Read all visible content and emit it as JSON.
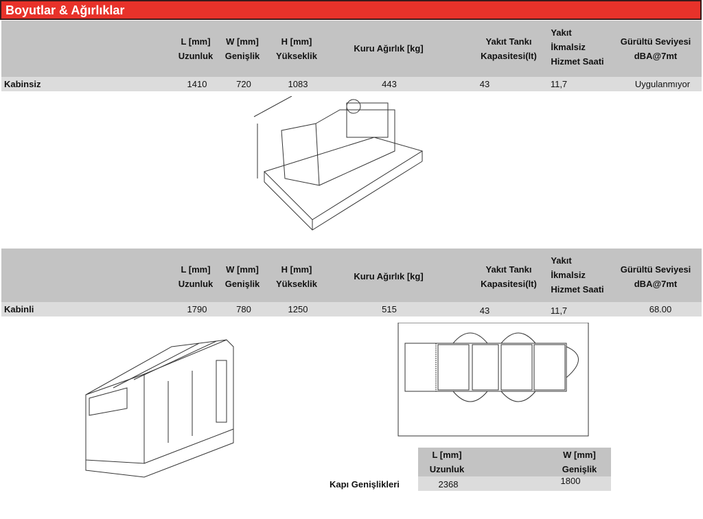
{
  "title": "Boyutlar & Ağırlıklar",
  "headers": {
    "l": [
      "L [mm]",
      "Uzunluk"
    ],
    "w": [
      "W [mm]",
      "Genişlik"
    ],
    "h": [
      "H  [mm]",
      "Yükseklik"
    ],
    "weight": "Kuru Ağırlık [kg]",
    "tank": [
      "Yakıt Tankı",
      "Kapasitesi(lt)"
    ],
    "runtime": [
      "Yakıt",
      "İkmalsiz",
      "Hizmet Saati"
    ],
    "noise": [
      "Gürültü Seviyesi",
      "dBA@7mt"
    ]
  },
  "open": {
    "label": "Kabinsiz",
    "l": "1410",
    "w": "720",
    "h": "1083",
    "weight": "443",
    "tank": "43",
    "runtime": "11,7",
    "noise": "Uygulanmıyor"
  },
  "canopy": {
    "label": "Kabinli",
    "l": "1790",
    "w": "780",
    "h": "1250",
    "weight": "515",
    "tank": "43",
    "runtime": "11,7",
    "noise": "68.00"
  },
  "doors": {
    "label": "Kapı Genişlikleri",
    "l_header": [
      "L [mm]",
      "Uzunluk"
    ],
    "w_header": [
      "W [mm]",
      "Genişlik"
    ],
    "l": "2368",
    "w": "1800"
  }
}
